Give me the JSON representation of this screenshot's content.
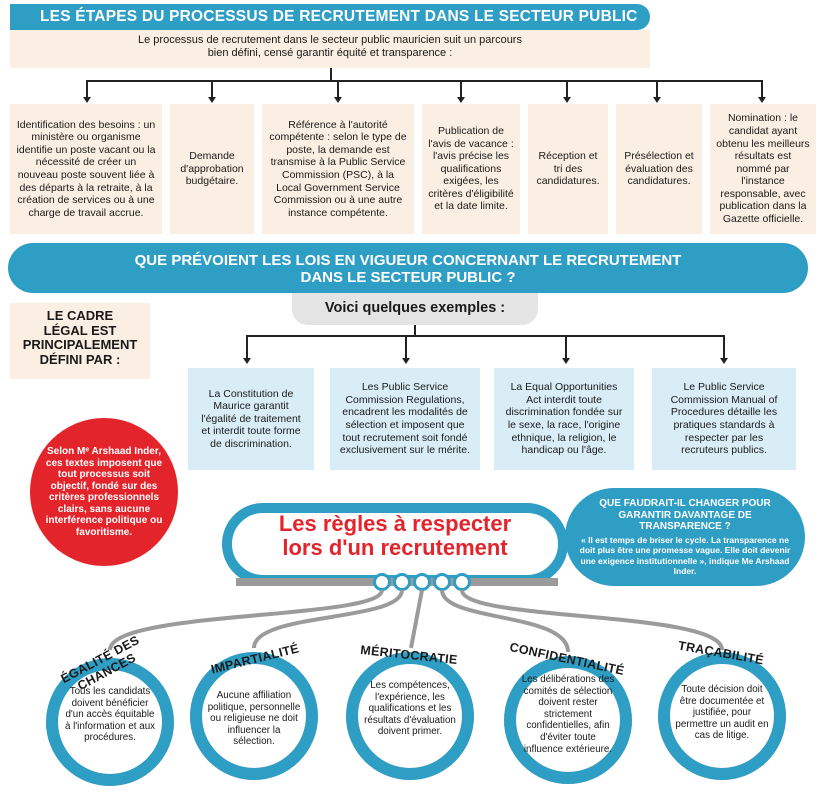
{
  "header": {
    "title": "LES ÉTAPES DU PROCESSUS DE RECRUTEMENT DANS LE SECTEUR PUBLIC",
    "intro_line1": "Le processus de recrutement dans le secteur public mauricien suit un parcours",
    "intro_line2": "bien défini, censé garantir équité et transparence :"
  },
  "steps": [
    {
      "text": "Identification des besoins : un ministère ou organisme identifie un poste vacant ou la nécessité de créer un nouveau poste souvent liée à des départs à la retraite, à la création de services ou à une charge de travail accrue."
    },
    {
      "text": "Demande d'approbation budgétaire."
    },
    {
      "text": "Référence à l'autorité compétente : selon le type de poste, la demande est transmise à la Public Service Commission (PSC), à la Local Government Service Commission ou à une autre instance compétente."
    },
    {
      "text": "Publication de l'avis de vacance : l'avis précise les qualifications exigées, les critères d'éligibilité et la date limite."
    },
    {
      "text": "Réception et tri des candidatures."
    },
    {
      "text": "Présélection et évaluation des candidatures."
    },
    {
      "text": "Nomination : le candidat ayant obtenu les meilleurs résultats est nommé par l'instance responsable, avec publication dans la Gazette officielle."
    }
  ],
  "laws_section": {
    "title_line1": "QUE PRÉVOIENT LES LOIS EN VIGUEUR CONCERNANT LE RECRUTEMENT",
    "title_line2": "DANS LE SECTEUR PUBLIC ?",
    "examples_label": "Voici quelques exemples :",
    "cadre_line1": "LE CADRE",
    "cadre_line2": "LÉGAL EST",
    "cadre_line3": "PRINCIPALEMENT",
    "cadre_line4": "DÉFINI PAR :",
    "laws": [
      {
        "text": "La Constitution de Maurice garantit l'égalité de traitement et interdit toute forme de discrimination."
      },
      {
        "text": "Les Public Service Commission Regulations, encadrent les modalités de sélection et imposent que tout recrutement soit fondé exclusivement sur le mérite."
      },
      {
        "text": "La Equal Opportunities Act interdit toute discrimination fondée sur le sexe, la race, l'origine ethnique, la religion, le handicap ou l'âge."
      },
      {
        "text": "Le Public Service Commission Manual of Procedures détaille les pratiques standards à respecter par les recruteurs publics."
      }
    ]
  },
  "quote_red": "Selon Mᵉ Arshaad Inder, ces textes imposent que tout processus soit objectif, fondé sur des critères professionnels clairs, sans aucune interférence politique ou favoritisme.",
  "rules": {
    "title_line1": "Les règles à respecter",
    "title_line2": "lors d'un recrutement"
  },
  "blue_bubble": {
    "question": "QUE FAUDRAIT-IL CHANGER POUR GARANTIR DAVANTAGE DE TRANSPARENCE ?",
    "answer": "« Il est temps de briser le cycle. La transparence ne doit plus être une promesse vague. Elle doit devenir une exigence institutionnelle », indique Me Arshaad Inder."
  },
  "principles": [
    {
      "title": "ÉGALITÉ DES CHANCES",
      "text": "Tous les candidats doivent bénéficier d'un accès équitable à l'information et aux procédures."
    },
    {
      "title": "IMPARTIALITÉ",
      "text": "Aucune affiliation politique, personnelle ou religieuse ne doit influencer la sélection."
    },
    {
      "title": "MÉRITOCRATIE",
      "text": "Les compétences, l'expérience, les qualifications et les résultats d'évaluation doivent primer."
    },
    {
      "title": "CONFIDENTIALITÉ",
      "text": "Les délibérations des comités de sélection doivent rester strictement confidentielles, afin d'éviter toute influence extérieure."
    },
    {
      "title": "TRAÇABILITÉ",
      "text": "Toute décision doit être documentée et justifiée, pour permettre un audit en cas de litige."
    }
  ],
  "colors": {
    "accent_blue": "#2f9ec4",
    "accent_red": "#e3242b",
    "beige": "#fbeee2",
    "light_blue": "#d9edf6",
    "grey": "#9b9b9b"
  }
}
